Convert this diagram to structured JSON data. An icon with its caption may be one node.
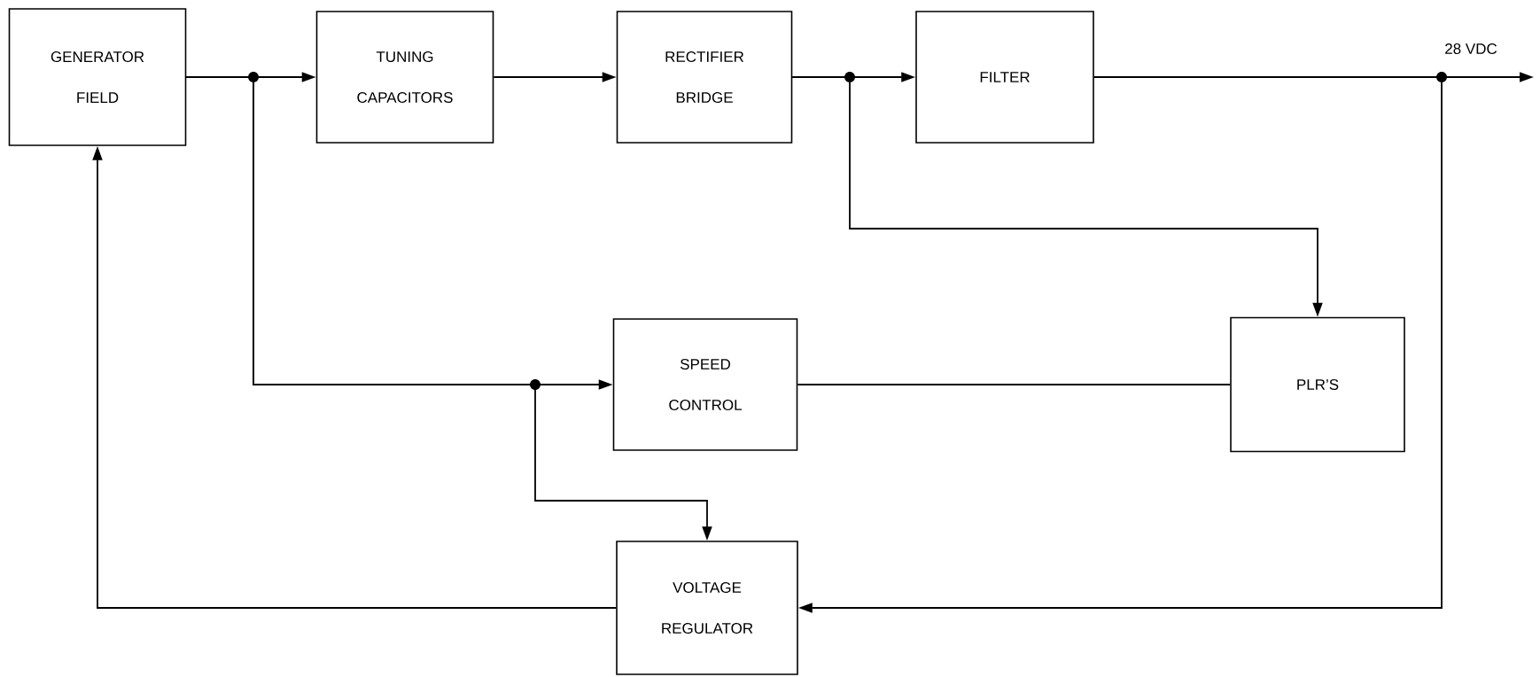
{
  "diagram": {
    "nodes": [
      {
        "text": [
          "GENERATOR FIELD"
        ]
      },
      {
        "text": [
          "TUNING CAPACITORS"
        ]
      },
      {
        "text": [
          "RECTIFIER BRIDGE"
        ]
      },
      {
        "text": [
          "FILTER"
        ]
      },
      {
        "text": [
          "SPEED CONTROL"
        ]
      },
      {
        "text": [
          "PLR’S"
        ]
      },
      {
        "text": [
          "VOLTAGE REGULATOR"
        ]
      }
    ],
    "edges": [
      {
        "from": 0,
        "to": 1,
        "arrow": "to"
      },
      {
        "from": 0,
        "to": 4,
        "arrow": "to"
      },
      {
        "from": 0,
        "to": 6,
        "arrow": "to"
      },
      {
        "from": 1,
        "to": 2,
        "arrow": "to"
      },
      {
        "from": 2,
        "to": 3,
        "arrow": "to"
      },
      {
        "from": 2,
        "to": 5,
        "arrow": "to"
      },
      {
        "from": 3,
        "to": null,
        "arrow": "to",
        "label": "28 VDC"
      },
      {
        "from": 3,
        "to": 6,
        "arrow": "to"
      },
      {
        "from": 6,
        "to": 0,
        "arrow": "to"
      },
      {
        "from": 4,
        "to": 5,
        "arrow": "none"
      }
    ]
  }
}
